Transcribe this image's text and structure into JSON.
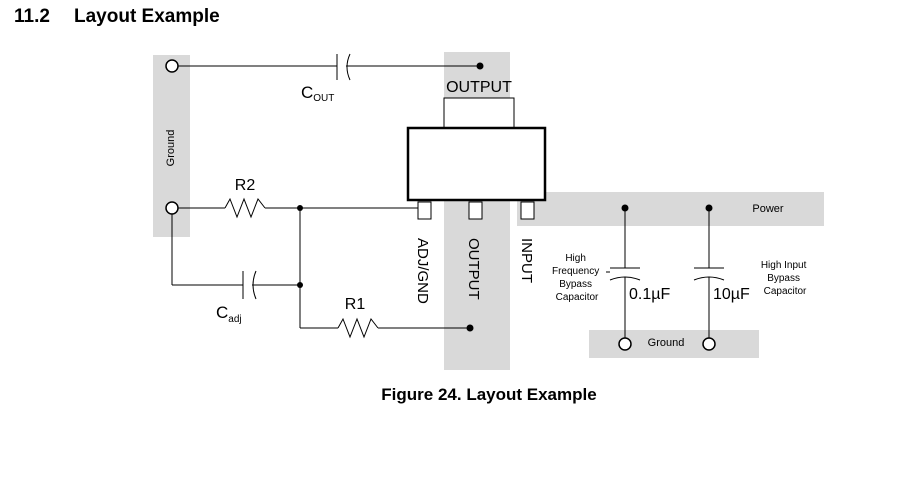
{
  "section": {
    "number": "11.2",
    "title": "Layout Example"
  },
  "caption": "Figure 24.  Layout Example",
  "labels": {
    "ground_left": "Ground",
    "output_top": "OUTPUT",
    "cout": {
      "main": "C",
      "sub": "OUT"
    },
    "r2": "R2",
    "r1": "R1",
    "cadj": {
      "main": "C",
      "sub": "adj"
    },
    "pin_adj": "ADJ/GND",
    "pin_output": "OUTPUT",
    "pin_input": "INPUT",
    "power": "Power",
    "ground_bottom": "Ground",
    "hf_bypass": [
      "High",
      "Frequency",
      "Bypass",
      "Capacitor"
    ],
    "hi_bypass": [
      "High Input",
      "Bypass",
      "Capacitor"
    ],
    "cap_01": "0.1µF",
    "cap_10": "10µF"
  },
  "colors": {
    "plane": "#d9d9d9",
    "line": "#000000"
  }
}
